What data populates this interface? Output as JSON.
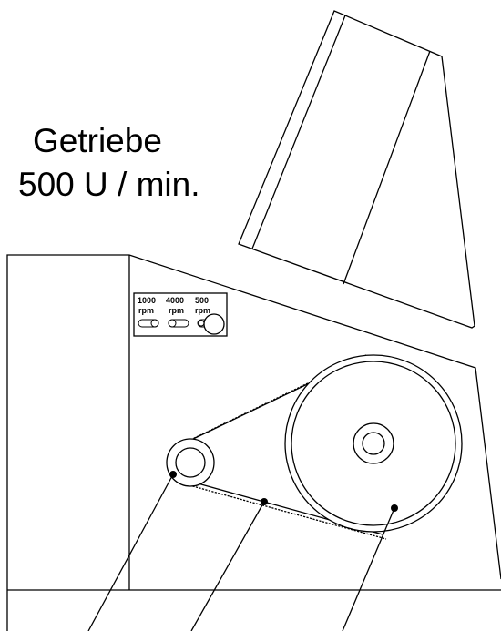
{
  "title": {
    "line1": "Getriebe",
    "line2": "500 U / min."
  },
  "speed_panel": {
    "options": [
      {
        "value": "1000",
        "unit": "rpm"
      },
      {
        "value": "4000",
        "unit": "rpm"
      },
      {
        "value": "500",
        "unit": "rpm"
      }
    ],
    "selected": "500"
  },
  "colors": {
    "stroke": "#000000",
    "background": "#ffffff"
  }
}
